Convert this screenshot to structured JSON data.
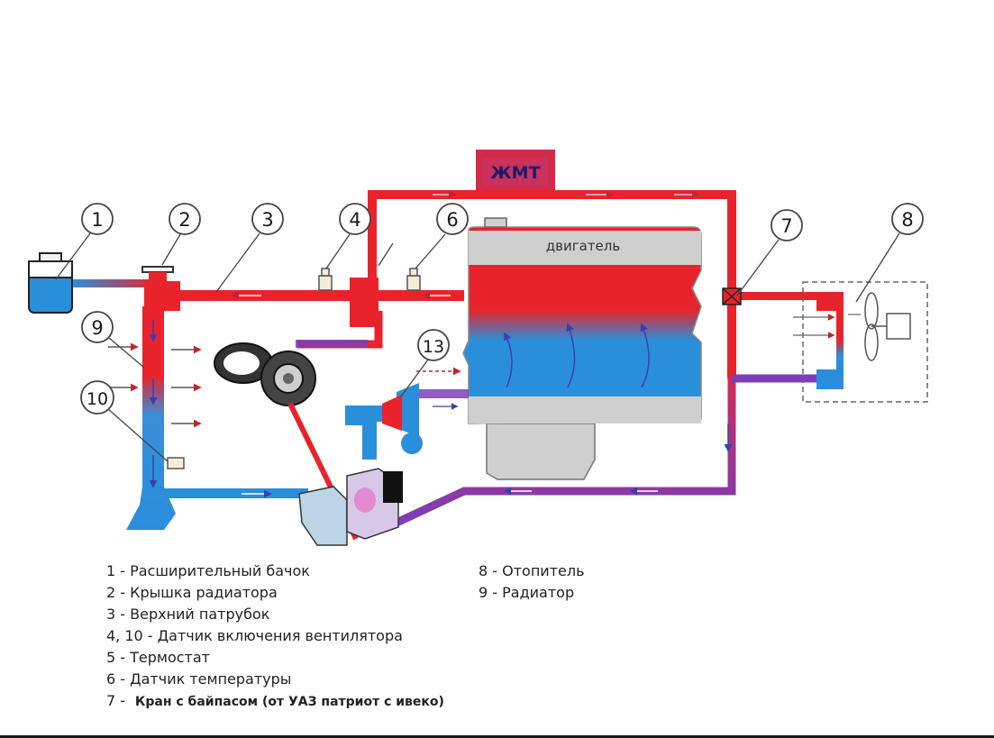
{
  "labels": {
    "jmt": "ЖМТ",
    "engine": "двигатель"
  },
  "callouts": [
    "1",
    "2",
    "3",
    "4",
    "6",
    "7",
    "8",
    "9",
    "10",
    "13"
  ],
  "legend": {
    "left": [
      "1 - Расширительный бачок",
      "2 - Крышка радиатора",
      "3 - Верхний патрубок",
      "4, 10 - Датчик включения вентилятора",
      "5 - Термостат",
      "6 - Датчик температуры"
    ],
    "last_num": "7 -",
    "last_text": "Кран с байпасом (от УАЗ патриот с  ивеко)",
    "right": [
      "8 - Отопитель",
      "9 - Радиатор"
    ]
  },
  "colors": {
    "hot": "#e8232b",
    "cold": "#2a8fdb",
    "mixed": "#8c3fa8",
    "engine_gray": "#d0d0d0",
    "flow_arrow": "#3a3fb0"
  },
  "icons": [
    "thermostat-icon",
    "turbocharger-icon",
    "fan-icon",
    "valve-icon",
    "sensor-icon"
  ]
}
